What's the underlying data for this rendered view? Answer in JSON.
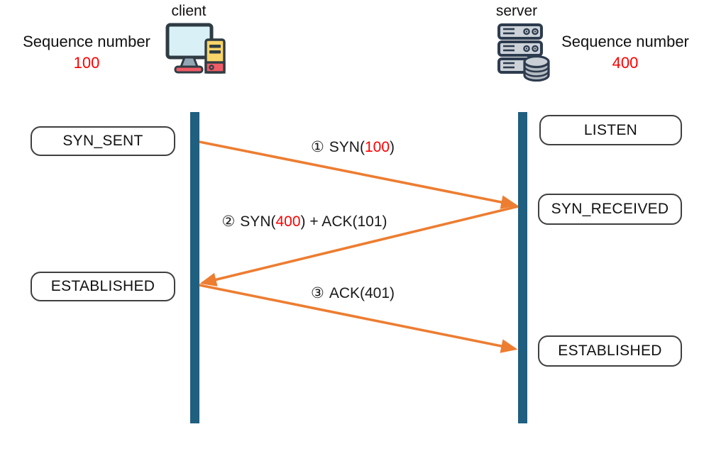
{
  "colors": {
    "arrow_orange": "#ED7D31",
    "lifeline_teal": "#1F5F7F",
    "sequence_red": "#FF0000",
    "box_border_gray": "#3F3F3F"
  },
  "icons": {
    "client": "desktop-computer-icon",
    "server": "server-rack-database-icon"
  },
  "client": {
    "title": "client",
    "sequence_label": "Sequence number",
    "sequence_value": "100",
    "states": {
      "syn_sent": "SYN_SENT",
      "established": "ESTABLISHED"
    }
  },
  "server": {
    "title": "server",
    "sequence_label": "Sequence number",
    "sequence_value": "400",
    "states": {
      "listen": "LISTEN",
      "syn_received": "SYN_RECEIVED",
      "established": "ESTABLISHED"
    }
  },
  "messages": [
    {
      "step": "①",
      "text_before": "SYN(",
      "highlight": "100",
      "text_after": ")"
    },
    {
      "step": "②",
      "text_before": "SYN(",
      "highlight": "400",
      "text_after": ") + ACK(101)"
    },
    {
      "step": "③",
      "text_before": "ACK(401)",
      "highlight": "",
      "text_after": ""
    }
  ]
}
